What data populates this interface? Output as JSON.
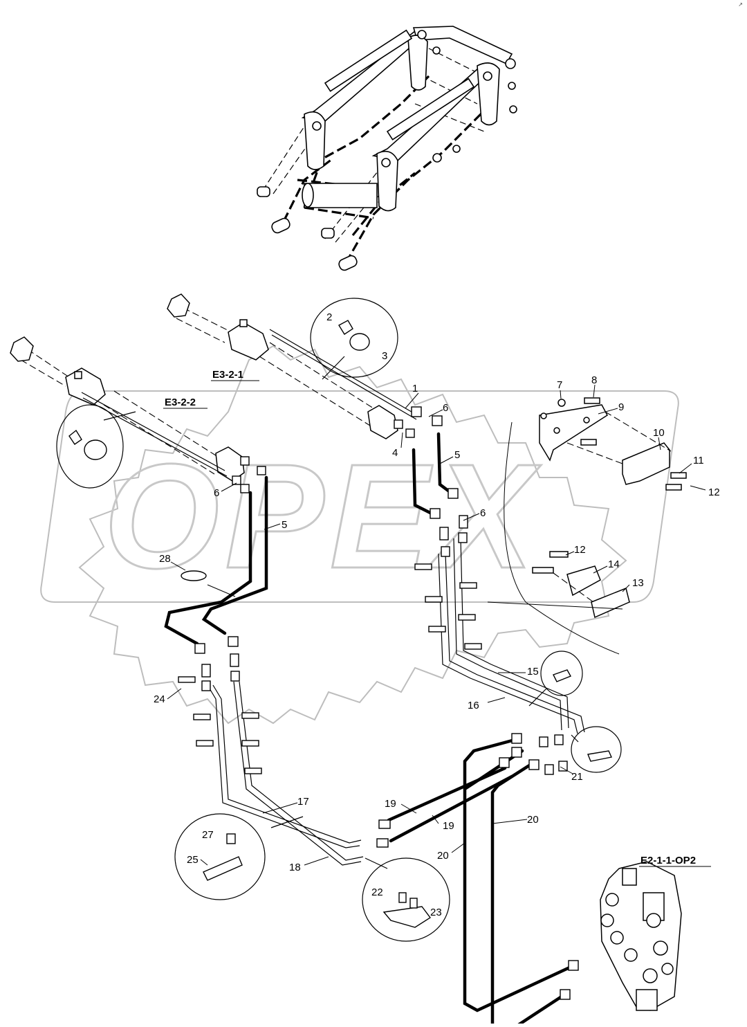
{
  "watermark": {
    "text": "OPEX"
  },
  "corner_mark": "↗",
  "references": {
    "e321": "E3-2-1",
    "e322": "E3-2-2",
    "e211": "E2-1-1-OP2"
  },
  "callouts": {
    "c1": "1",
    "c2": "2",
    "c3": "3",
    "c4": "4",
    "c5a": "5",
    "c5b": "5",
    "c6a": "6",
    "c6b": "6",
    "c6c": "6",
    "c7": "7",
    "c8": "8",
    "c9": "9",
    "c10": "10",
    "c11": "11",
    "c12a": "12",
    "c12b": "12",
    "c13": "13",
    "c14": "14",
    "c15": "15",
    "c16": "16",
    "c17": "17",
    "c18": "18",
    "c19a": "19",
    "c19b": "19",
    "c20a": "20",
    "c20b": "20",
    "c21": "21",
    "c22": "22",
    "c23": "23",
    "c24": "24",
    "c25": "25",
    "c27": "27",
    "c28": "28"
  }
}
